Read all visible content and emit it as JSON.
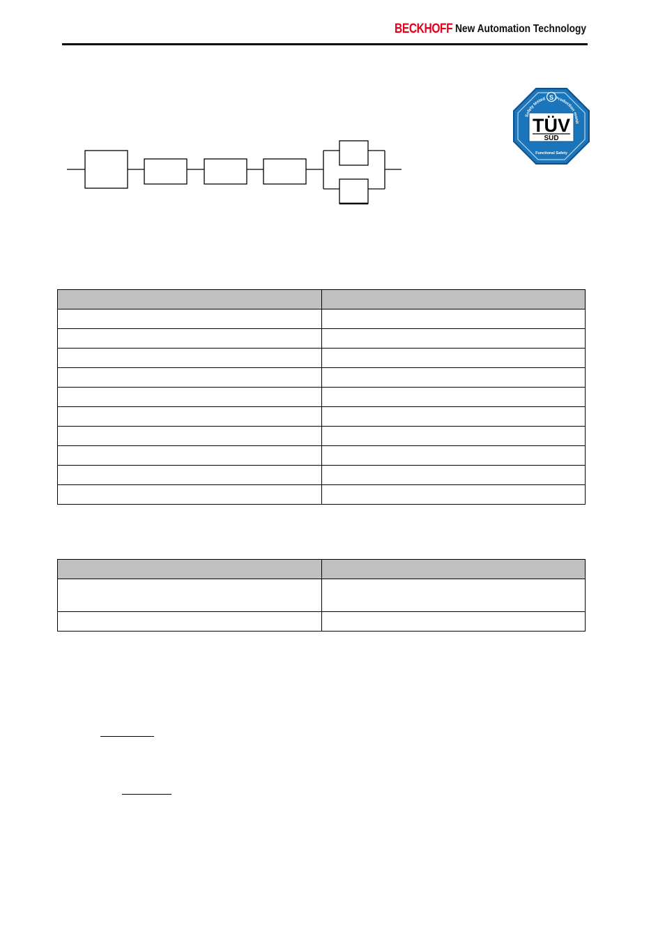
{
  "header": {
    "brand": "BECKHOFF",
    "tagline": "New Automation Technology",
    "brand_color": "#e2001a"
  },
  "badge": {
    "main_text": "TÜV",
    "sub_text": "SÜD",
    "top_left_text": "Safety tested",
    "top_right_text": "Production monitored",
    "bottom_text": "Functional Safety",
    "letter_icon": "S",
    "color": "#1b75bb"
  },
  "table1": {
    "rows": 10
  },
  "table2": {
    "rows": 2
  }
}
